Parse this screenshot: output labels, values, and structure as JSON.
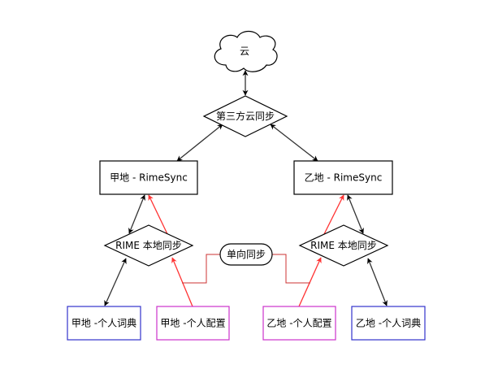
{
  "nodes": {
    "cloud": {
      "label": "云"
    },
    "third_party_sync": {
      "label": "第三方云同步"
    },
    "rimesync_a": {
      "label": "甲地 - RimeSync"
    },
    "rimesync_b": {
      "label": "乙地 - RimeSync"
    },
    "local_sync_a": {
      "label": "RIME 本地同步"
    },
    "local_sync_b": {
      "label": "RIME 本地同步"
    },
    "one_way_sync": {
      "label": "单向同步"
    },
    "dict_a": {
      "label": "甲地 -个人词典"
    },
    "config_a": {
      "label": "甲地 -个人配置"
    },
    "config_b": {
      "label": "乙地 -个人配置"
    },
    "dict_b": {
      "label": "乙地 -个人词典"
    }
  },
  "colors": {
    "two_way_edge": "#333333",
    "one_way_edge": "#ff3333",
    "dict_border": "#3333cc",
    "config_border": "#cc33cc",
    "node_border": "#000000"
  }
}
